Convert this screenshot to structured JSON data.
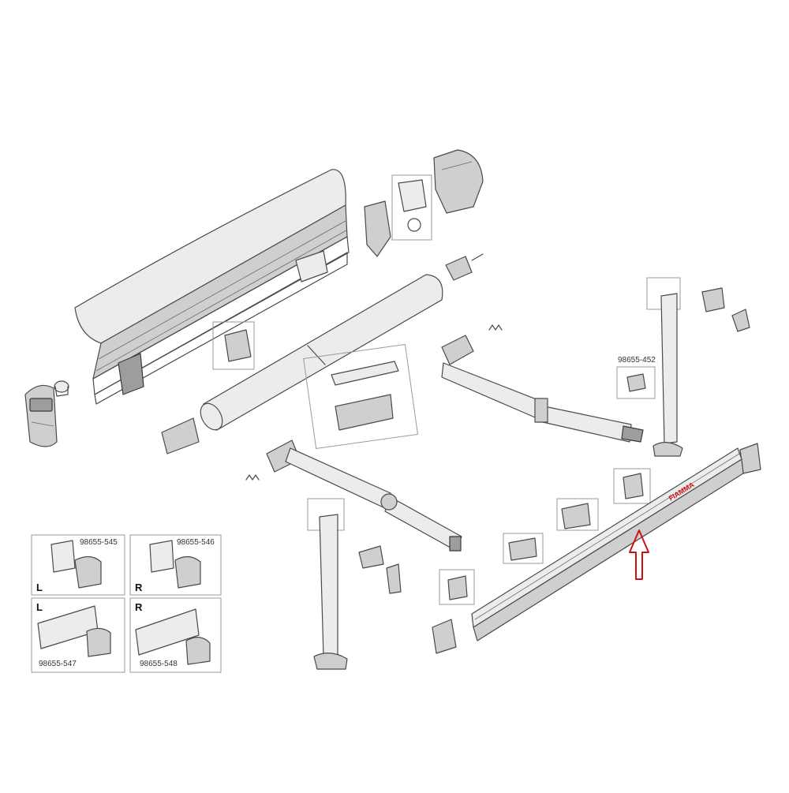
{
  "part_numbers": {
    "roof_cap_set": "98655-452",
    "left_bracket_short": "98655-545",
    "right_bracket_short": "98655-546",
    "left_bracket_long": "98655-547",
    "right_bracket_long": "98655-548"
  },
  "side_marks": {
    "left": "L",
    "right": "R"
  },
  "brand_logo_text": "FIAMMA",
  "colors": {
    "highlight_arrow": "#cc1111",
    "line_art": "#4a4a4a",
    "front_bar": "#d0d0d0"
  }
}
